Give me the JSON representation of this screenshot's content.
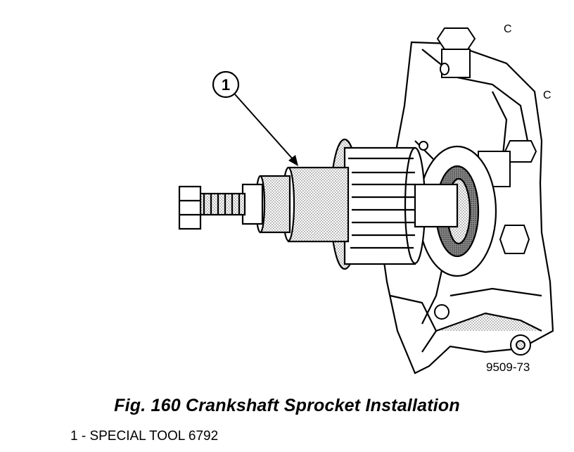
{
  "figure": {
    "callout_number": "1",
    "drawing_number": "9509-73",
    "side_marks": [
      "C",
      "C"
    ]
  },
  "caption": {
    "title": "Fig. 160 Crankshaft Sprocket Installation"
  },
  "legend": {
    "item_1": "1 - SPECIAL TOOL 6792"
  },
  "colors": {
    "ink": "#000000",
    "paper": "#ffffff",
    "shade": "#c8c8c8"
  }
}
